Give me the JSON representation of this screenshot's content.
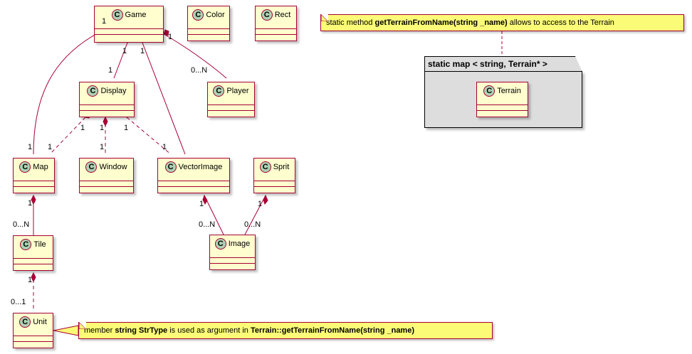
{
  "classes": {
    "game": "Game",
    "color": "Color",
    "rect": "Rect",
    "display": "Display",
    "player": "Player",
    "map": "Map",
    "window": "Window",
    "vectorimage": "VectorImage",
    "sprit": "Sprit",
    "tile": "Tile",
    "image": "Image",
    "unit": "Unit",
    "terrain": "Terrain"
  },
  "class_badge": "C",
  "multiplicities": {
    "game_map_src": "1",
    "game_display_src": "1",
    "game_vector_src": "1",
    "game_player_src": "1",
    "display_dst": "1",
    "player_dst": "0...N",
    "display_map_src": "1",
    "display_window_src": "1",
    "display_vector_src": "1",
    "map_dst_a": "1",
    "map_dst_b": "1",
    "window_dst": "1",
    "vector_dst": "1",
    "map_tile_src": "1",
    "tile_dst": "0...N",
    "tile_unit_src": "1",
    "unit_dst": "0...1",
    "vector_image_src": "1",
    "image_dst_a": "0...N",
    "sprit_image_src": "1",
    "image_dst_b": "0...N"
  },
  "package": {
    "label": "static map < string, Terrain* >"
  },
  "notes": {
    "terrain_note": {
      "prefix": "static method ",
      "bold": "getTerrainFromName(string _name)",
      "suffix": " allows to access to the Terrain"
    },
    "unit_note": {
      "prefix": "member ",
      "bold1": "string StrType",
      "middle": " is used as argument in ",
      "bold2": "Terrain::getTerrainFromName(string _name)"
    }
  },
  "colors": {
    "class_fill": "#FEFECE",
    "class_border": "#A80036",
    "badge_fill": "#ADD1B2",
    "note_fill": "#FBFB77",
    "package_fill": "#DDDDDD"
  }
}
